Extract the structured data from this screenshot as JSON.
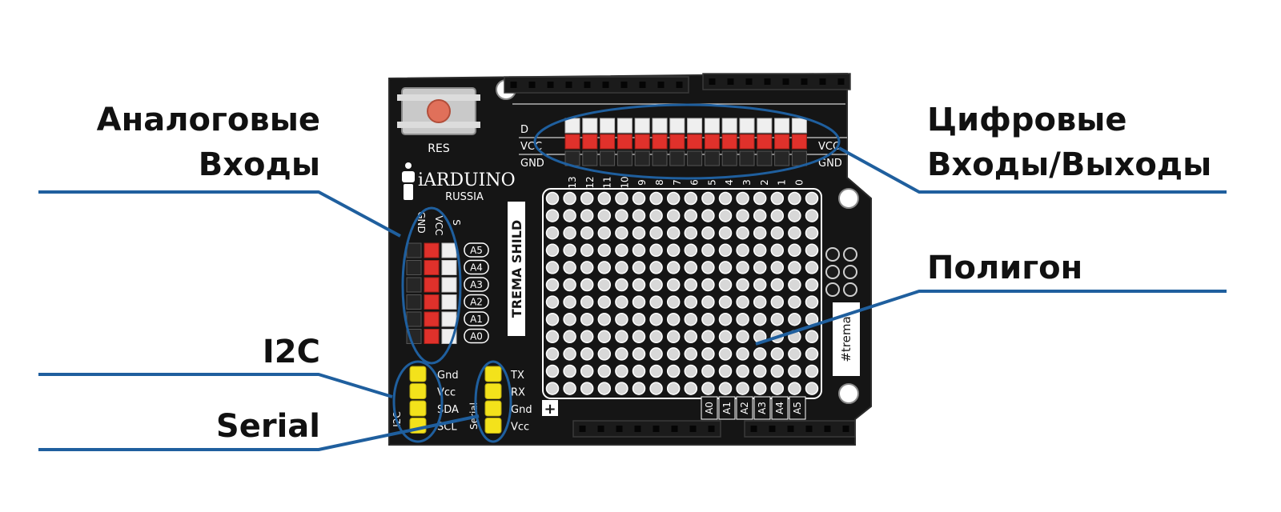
{
  "callouts": {
    "analog": {
      "line1": "Аналоговые",
      "line2": "Входы"
    },
    "digital": {
      "line1": "Цифровые",
      "line2": "Входы/Выходы"
    },
    "polygon": "Полигон",
    "i2c": "I2C",
    "serial": "Serial"
  },
  "board": {
    "brand": "iARDUINO",
    "brand_sub": "RUSSIA",
    "model": "TREMA SHILD",
    "reset_label": "RES",
    "side_tag": "#trema",
    "digital_rows": {
      "signal": "D",
      "vcc": "VCC",
      "gnd": "GND"
    },
    "digital_pins": [
      "13",
      "12",
      "11",
      "10",
      "9",
      "8",
      "7",
      "6",
      "5",
      "4",
      "3",
      "2",
      "1",
      "0"
    ],
    "analog_cols": {
      "gnd": "GND",
      "vcc": "VCC",
      "signal": "S"
    },
    "analog_pins": [
      "A5",
      "A4",
      "A3",
      "A2",
      "A1",
      "A0"
    ],
    "proto_analog_pins": [
      "A0",
      "A1",
      "A2",
      "A3",
      "A4",
      "A5"
    ],
    "i2c_pins": [
      "Gnd",
      "Vcc",
      "SDA",
      "SCL"
    ],
    "i2c_tag": "I2C",
    "serial_pins": [
      "TX",
      "RX",
      "Gnd",
      "Vcc"
    ],
    "serial_tag": "Serial",
    "plus_mark": "+"
  },
  "colors": {
    "board": "#151515",
    "callout_line": "#1f5f9e",
    "header_red": "#e0312b",
    "header_white": "#efefef",
    "header_yellow": "#f3e21b",
    "pad_silver": "#d8d8d8"
  }
}
